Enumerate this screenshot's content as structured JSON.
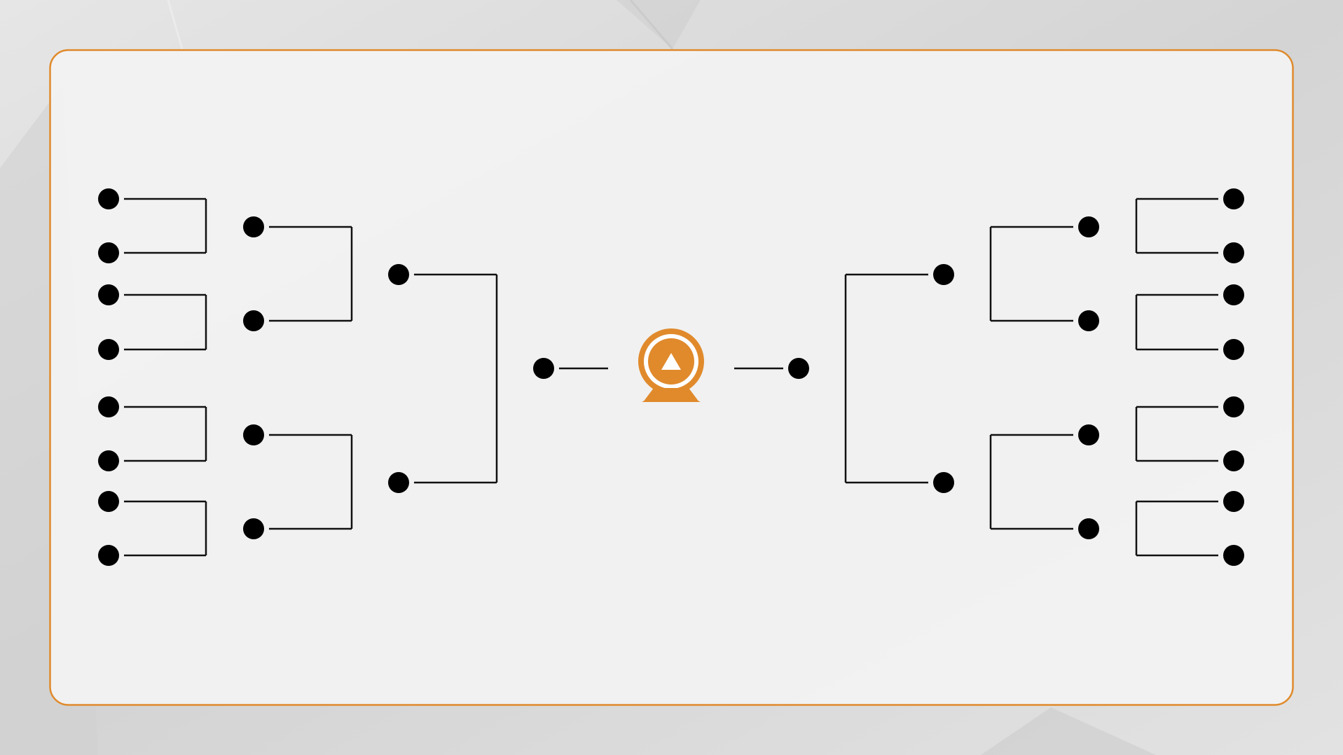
{
  "diagram": {
    "type": "tournament-bracket",
    "sides": [
      "left",
      "right"
    ],
    "rounds_per_side": [
      {
        "round": 1,
        "slots": 8
      },
      {
        "round": 2,
        "slots": 4
      },
      {
        "round": 3,
        "slots": 2
      },
      {
        "round": 4,
        "slots": 1
      }
    ],
    "center_icon": "trophy-medal-icon"
  },
  "colors": {
    "page_background": "#dcdcdc",
    "panel_background": "#f3f3f3",
    "panel_border": "#e08a2c",
    "lines": "#111111",
    "nodes": "#000000",
    "trophy": "#e08a2c"
  }
}
